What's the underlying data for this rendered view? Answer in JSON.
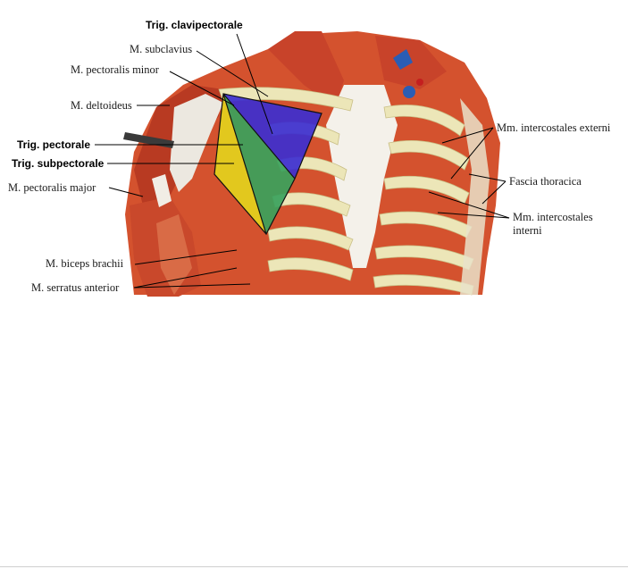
{
  "labels": {
    "trig_clavipectorale": "Trig. clavipectorale",
    "m_subclavius": "M. subclavius",
    "m_pectoralis_minor": "M. pectoralis minor",
    "m_deltoideus": "M. deltoideus",
    "trig_pectorale": "Trig. pectorale",
    "trig_subpectorale": "Trig. subpectorale",
    "m_pectoralis_major": "M. pectoralis major",
    "m_biceps_brachii": "M. biceps brachii",
    "m_serratus_anterior": "M. serratus anterior",
    "mm_intercostales_externi": "Mm. intercostales externi",
    "fascia_thoracica": "Fascia thoracica",
    "mm_intercostales_interni_1": "Mm. intercostales",
    "mm_intercostales_interni_2": "interni"
  },
  "colors": {
    "muscle": "#d4522e",
    "muscle_dark": "#a8321b",
    "bone": "#ece6b8",
    "fascia": "#f4f1ea",
    "trig_clavipectorale": "#3c2fd0",
    "trig_pectorale": "#3aa25c",
    "trig_subpectorale": "#e3cf1e"
  }
}
